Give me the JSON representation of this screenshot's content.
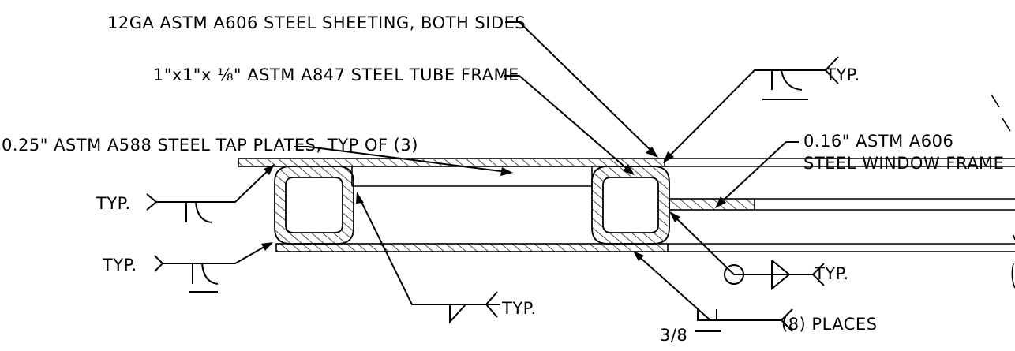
{
  "labels": {
    "sheeting": "12GA ASTM A606 STEEL SHEETING, BOTH SIDES",
    "tube_frame": "1\"x1\"x ⅛\" ASTM A847 STEEL TUBE FRAME",
    "tap_plates": "0.25\" ASTM A588 STEEL TAP PLATES, TYP OF (3)",
    "window_frame_line1": "0.16\" ASTM A606",
    "window_frame_line2": "STEEL WINDOW FRAME",
    "typ_top_right": "TYP.",
    "typ_left_upper": "TYP.",
    "typ_left_lower": "TYP.",
    "typ_bottom_center": "TYP.",
    "typ_all_around": "TYP.",
    "places_fraction": "3/8",
    "places": "(8) PLACES"
  },
  "colors": {
    "line": "#000000",
    "background": "#ffffff"
  }
}
